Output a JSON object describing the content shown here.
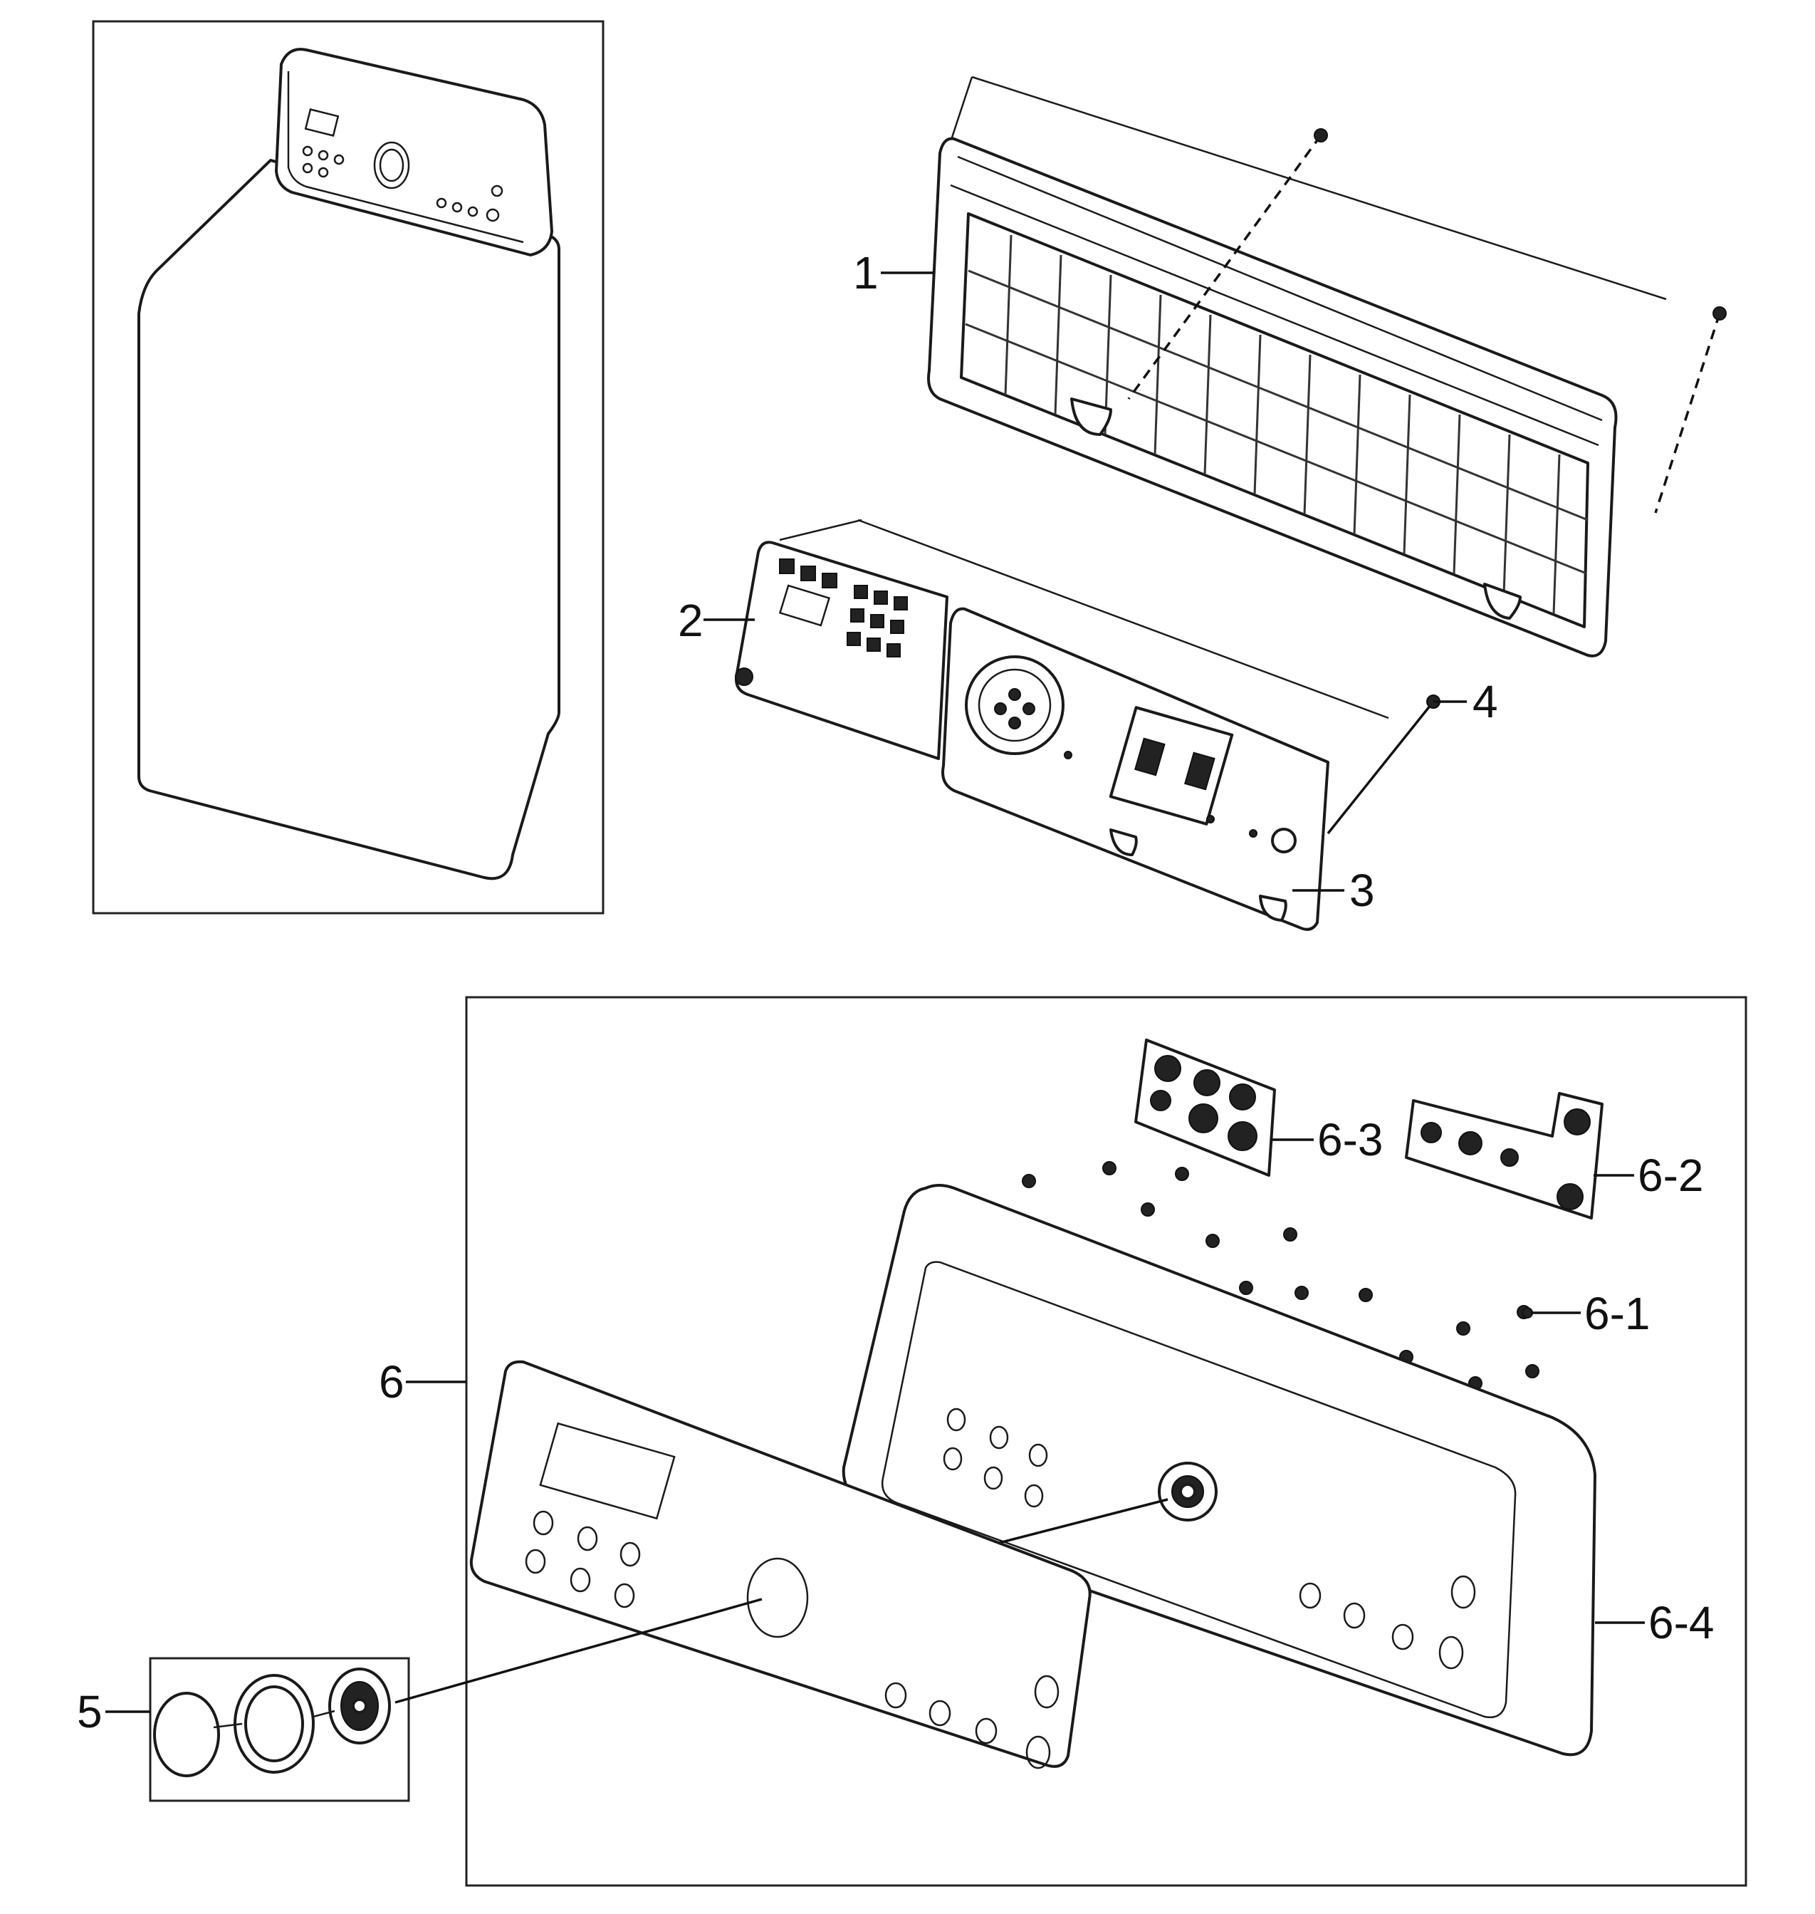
{
  "callouts": [
    {
      "id": "1",
      "label": "1"
    },
    {
      "id": "2",
      "label": "2"
    },
    {
      "id": "3",
      "label": "3"
    },
    {
      "id": "4",
      "label": "4"
    },
    {
      "id": "5",
      "label": "5"
    },
    {
      "id": "6",
      "label": "6"
    },
    {
      "id": "6-1",
      "label": "6-1"
    },
    {
      "id": "6-2",
      "label": "6-2"
    },
    {
      "id": "6-3",
      "label": "6-3"
    },
    {
      "id": "6-4",
      "label": "6-4"
    }
  ]
}
